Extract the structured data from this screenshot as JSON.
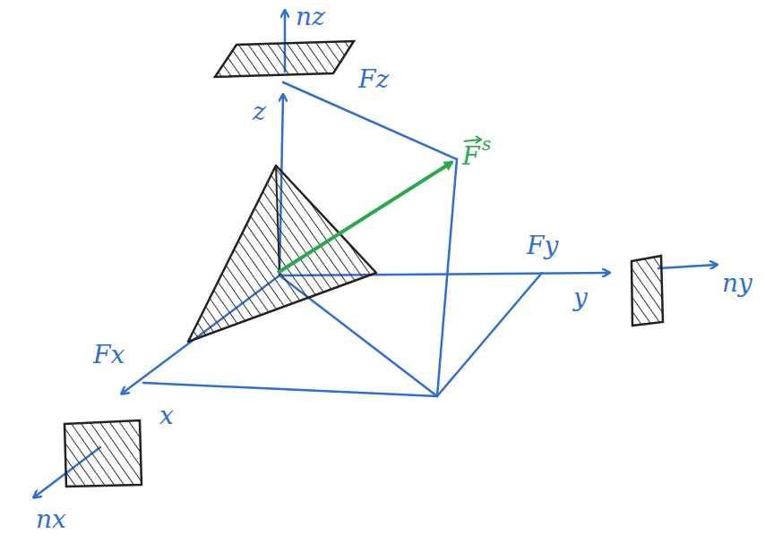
{
  "diagram": {
    "labels": [
      "nz",
      "Fz",
      "z",
      "F",
      "s",
      "Fy",
      "y",
      "ny",
      "Fx",
      "x",
      "nx"
    ]
  }
}
